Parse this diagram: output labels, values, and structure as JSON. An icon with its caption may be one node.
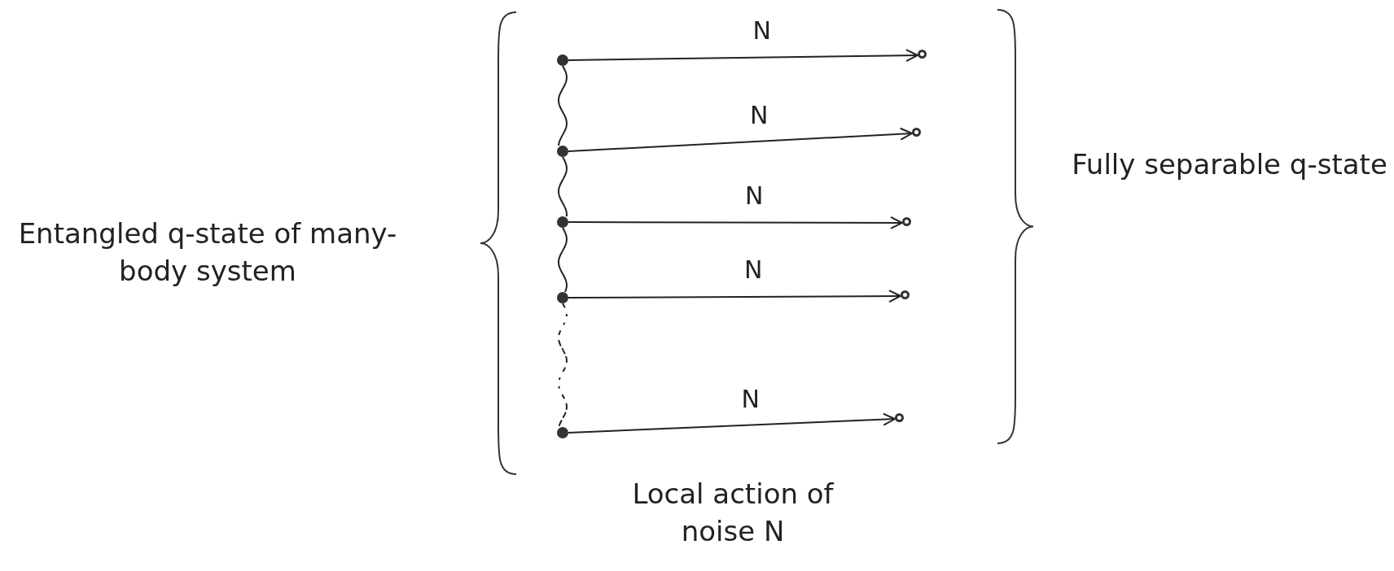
{
  "diagram": {
    "nodes": [
      {
        "text": [],
        "shape": "circle"
      },
      {
        "text": [],
        "shape": "circle"
      },
      {
        "text": [],
        "shape": "circle"
      },
      {
        "text": [],
        "shape": "circle"
      },
      {
        "text": [],
        "shape": "circle"
      },
      {
        "text": [],
        "shape": "circle"
      },
      {
        "text": [],
        "shape": "circle"
      },
      {
        "text": [],
        "shape": "circle"
      },
      {
        "text": [],
        "shape": "circle"
      },
      {
        "text": [],
        "shape": "circle"
      }
    ],
    "edges": [
      {
        "from": 0,
        "to": 5,
        "arrow": "to",
        "label": "N"
      },
      {
        "from": 1,
        "to": 6,
        "arrow": "to",
        "label": "N"
      },
      {
        "from": 2,
        "to": 7,
        "arrow": "to",
        "label": "N"
      },
      {
        "from": 3,
        "to": 8,
        "arrow": "to",
        "label": "N"
      },
      {
        "from": 4,
        "to": 9,
        "arrow": "to",
        "label": "N"
      },
      {
        "from": 0,
        "to": 1,
        "arrow": "none"
      },
      {
        "from": 1,
        "to": 2,
        "arrow": "none"
      },
      {
        "from": 2,
        "to": 3,
        "arrow": "none"
      },
      {
        "from": 3,
        "to": 4,
        "arrow": "none",
        "style": "dashed"
      }
    ],
    "labels": [
      "Entangled q-state of many-body system",
      "Fully separable q-state",
      "Local action of noise N"
    ]
  }
}
